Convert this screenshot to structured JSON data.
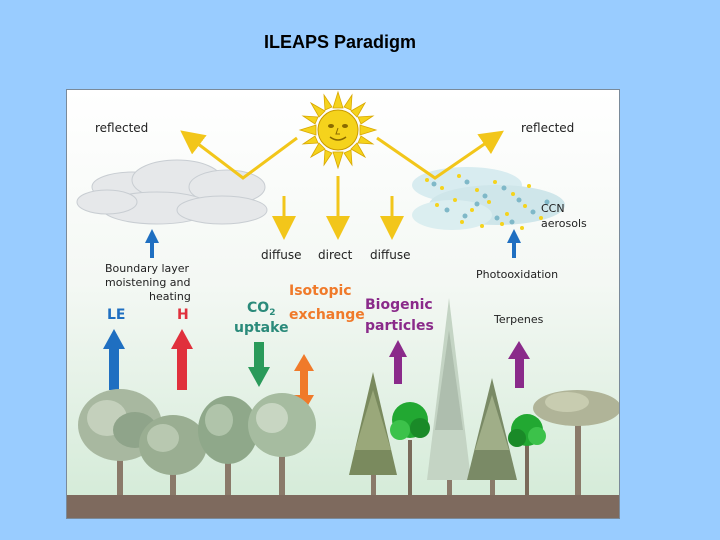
{
  "slide": {
    "title": "ILEAPS Paradigm"
  },
  "diagram": {
    "labels": {
      "reflected_left": "reflected",
      "reflected_right": "reflected",
      "diffuse_left": "diffuse",
      "direct": "direct",
      "diffuse_right": "diffuse",
      "ccn": "CCN",
      "aerosols": "aerosols",
      "boundary_line1": "Boundary layer",
      "boundary_line2": "moistening and",
      "boundary_line3": "heating",
      "le": "LE",
      "h": "H",
      "co2_line1": "CO",
      "co2_sub": "2",
      "co2_line2": "uptake",
      "isotopic_line1": "Isotopic",
      "isotopic_line2": "exchange",
      "biogenic_line1": "Biogenic",
      "biogenic_line2": "particles",
      "photooxidation": "Photooxidation",
      "terpenes": "Terpenes"
    },
    "colors": {
      "sun": "#f5d31c",
      "sun_arrows": "#f2c61a",
      "le_arrow": "#1f6fc1",
      "h_arrow": "#e0303c",
      "co2_arrow": "#2a9a5a",
      "isotopic_arrow": "#f07a2a",
      "biogenic_arrow": "#8a2a8a",
      "isotopic_text": "#f07a2a",
      "biogenic_text": "#8a2a8a",
      "blue_text": "#1f6fc1",
      "ground": "#7e6a5e"
    }
  }
}
